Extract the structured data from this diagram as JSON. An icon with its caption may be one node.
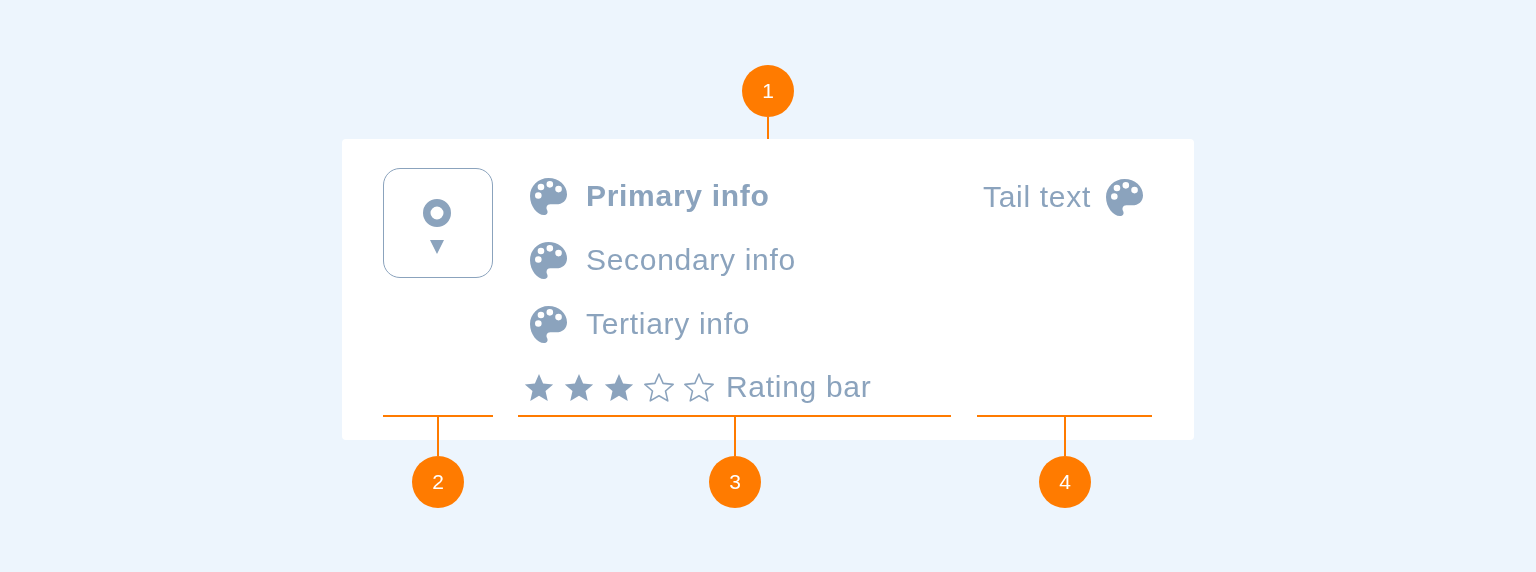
{
  "diagram": {
    "nodes": [
      {
        "text": [
          "1"
        ]
      },
      {
        "text": [],
        "shape": "box"
      },
      {
        "text": [],
        "shape": "box",
        "in": 1
      },
      {
        "text": [
          "Primary info",
          "Secondary info",
          "Tertiary info",
          "Rating bar"
        ],
        "in": 1
      },
      {
        "text": [
          "Tail text"
        ],
        "in": 1
      },
      {
        "text": [
          "2"
        ]
      },
      {
        "text": [
          "3"
        ]
      },
      {
        "text": [
          "4"
        ]
      }
    ],
    "edges": [
      {
        "from": 0,
        "to": 1,
        "arrow": "none"
      },
      {
        "from": 5,
        "to": 2,
        "arrow": "none"
      },
      {
        "from": 6,
        "to": 3,
        "arrow": "none"
      },
      {
        "from": 7,
        "to": 4,
        "arrow": "none"
      }
    ]
  }
}
